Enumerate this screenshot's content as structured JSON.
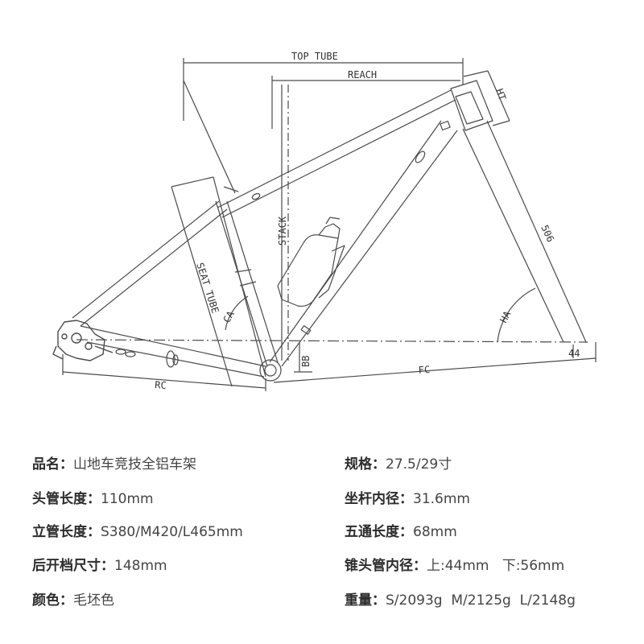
{
  "diagram": {
    "labels": {
      "top_tube": "TOP TUBE",
      "reach": "REACH",
      "ht": "HT",
      "stack": "STACK",
      "seat_tube": "SEAT TUBE",
      "ca": "CA",
      "bb": "BB",
      "rc": "RC",
      "fc": "FC",
      "ha": "HA",
      "fork_length": "506",
      "offset": "44"
    },
    "colors": {
      "line": "#4a4a4a",
      "dim": "#555555"
    }
  },
  "specs": {
    "left": [
      {
        "label": "品名：",
        "value": "山地车竞技全铝车架"
      },
      {
        "label": "头管长度：",
        "value": "110mm"
      },
      {
        "label": "立管长度：",
        "value": "S380/M420/L465mm"
      },
      {
        "label": "后开档尺寸：",
        "value": "148mm"
      },
      {
        "label": "颜色：",
        "value": "毛坯色"
      }
    ],
    "right": [
      {
        "label": "规格：",
        "value": "27.5/29寸"
      },
      {
        "label": "坐杆内径：",
        "value": "31.6mm"
      },
      {
        "label": "五通长度：",
        "value": "68mm"
      },
      {
        "label": "锥头管内径：",
        "value": "上:44mm   下:56mm"
      },
      {
        "label": "重量：",
        "value": "S/2093g  M/2125g  L/2148g"
      }
    ]
  }
}
